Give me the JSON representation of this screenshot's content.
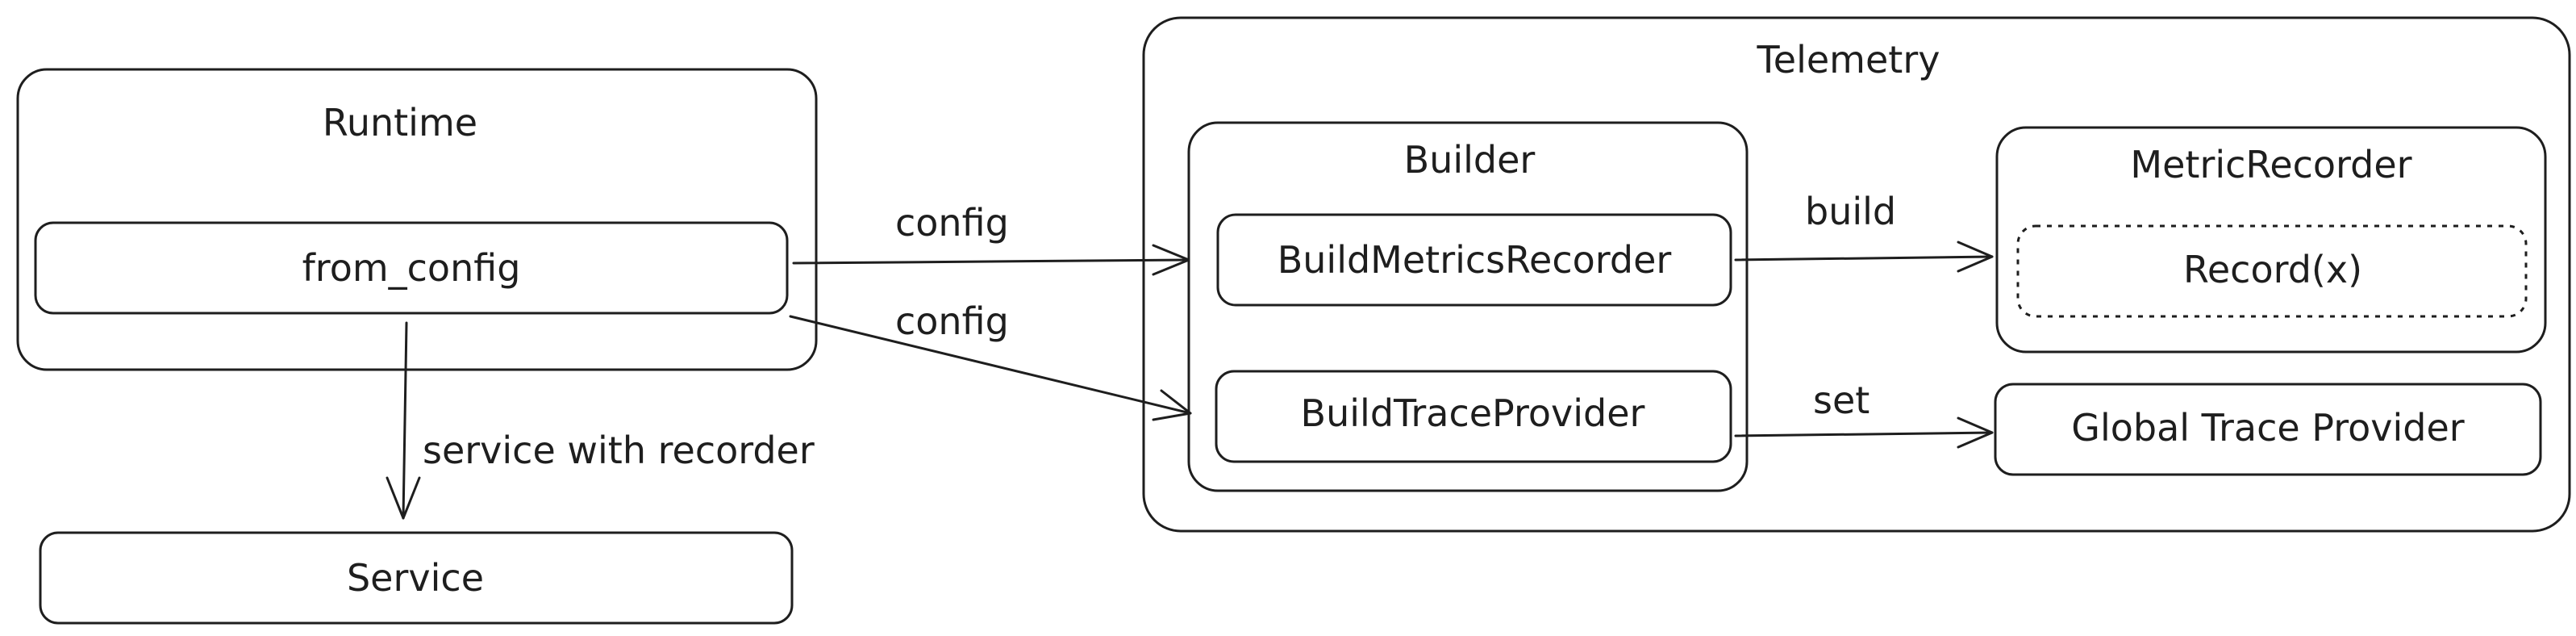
{
  "nodes": {
    "runtime": "Runtime",
    "from_config": "from_config",
    "service": "Service",
    "telemetry": "Telemetry",
    "builder": "Builder",
    "build_metrics_recorder": "BuildMetricsRecorder",
    "build_trace_provider": "BuildTraceProvider",
    "metric_recorder": "MetricRecorder",
    "record": "Record(x)",
    "global_trace_provider": "Global Trace Provider"
  },
  "edges": {
    "config_to_metrics": "config",
    "config_to_trace": "config",
    "service_with_recorder": "service with recorder",
    "build": "build",
    "set": "set"
  }
}
